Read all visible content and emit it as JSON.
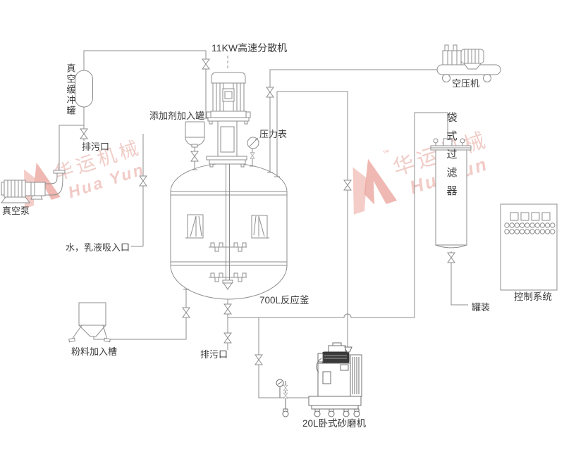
{
  "diagram": {
    "labels": {
      "disperser": "11KW高速分散机",
      "vacuum_buffer_tank": "真空缓冲罐",
      "drain_left": "排污口",
      "vacuum_pump": "真空泵",
      "additive_tank": "添加剂加入罐",
      "pressure_gauge": "压力表",
      "suction_inlet": "水，乳液吸入口",
      "reactor": "700L反应釜",
      "powder_hopper": "粉料加入槽",
      "drain_bottom": "排污口",
      "sand_mill": "20L卧式砂磨机",
      "air_compressor": "空压机",
      "bag_filter": "袋式过滤器",
      "filling": "罐装",
      "control_system": "控制系统"
    },
    "watermark": {
      "cn": "华运机械",
      "en_left": "Hua Yun",
      "en_right": "HuaYun",
      "tm": "™"
    },
    "colors": {
      "line": "#8d8d8d",
      "text": "#3b3b3b",
      "mill": "#3a3a3a",
      "wm_light": "#f3c8c2",
      "wm_dark": "#e9a098",
      "wm_text": "#eec5bf"
    }
  }
}
